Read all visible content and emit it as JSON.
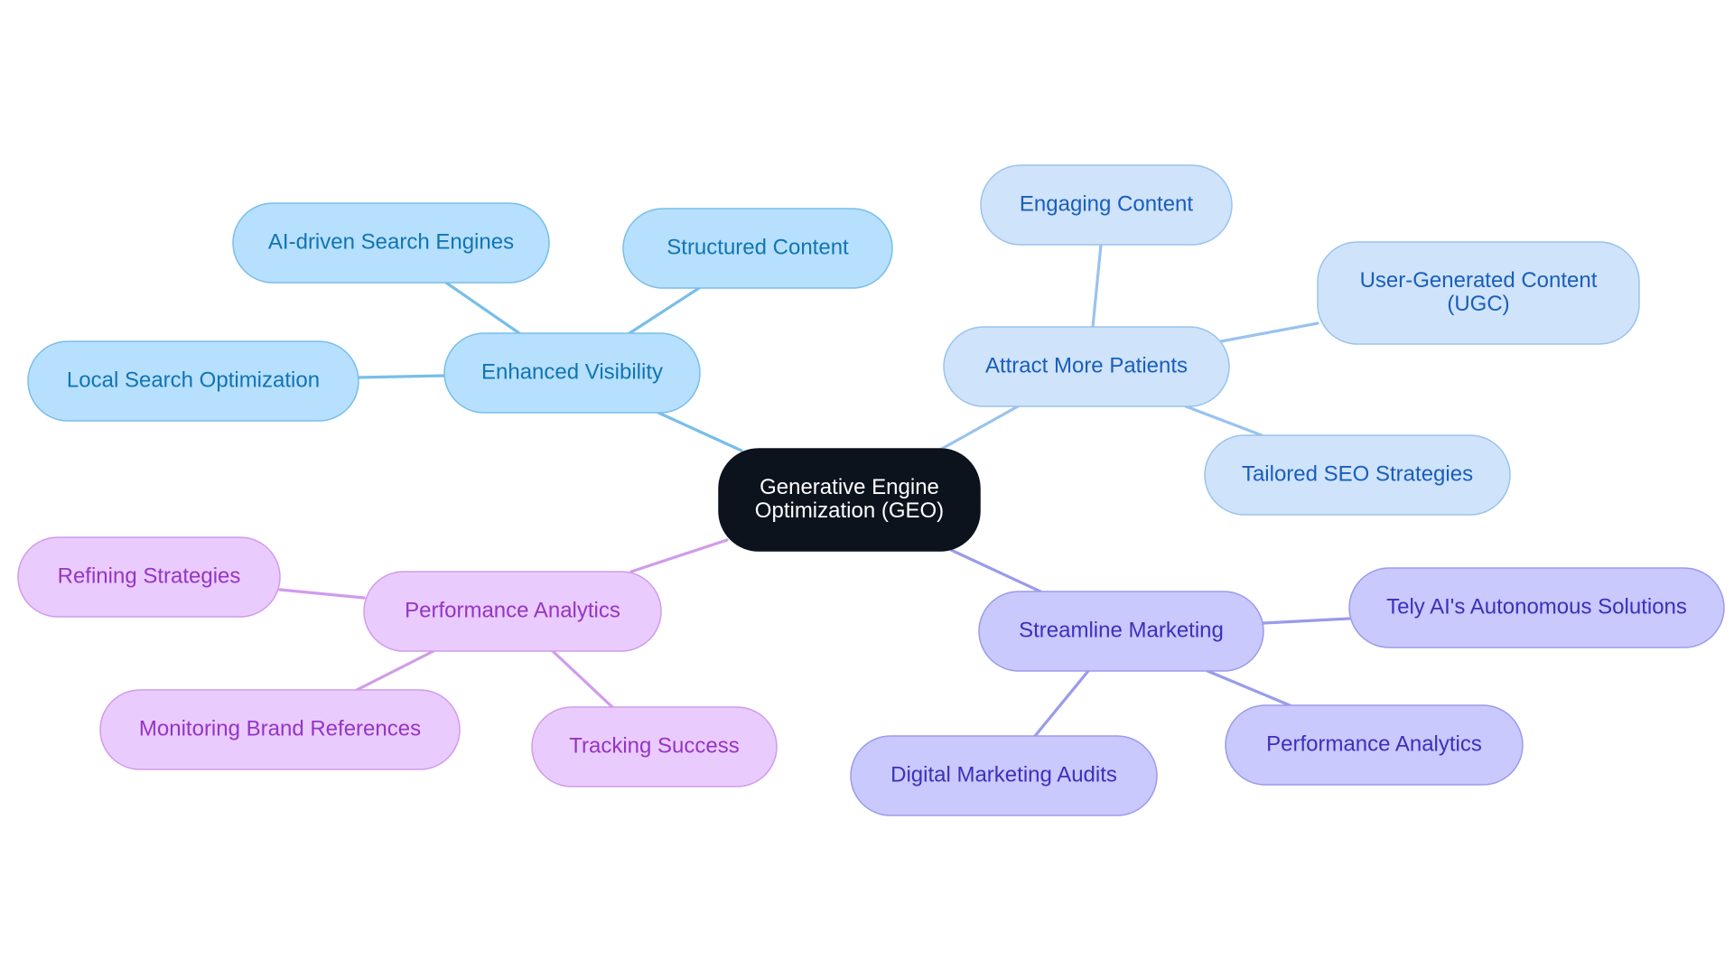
{
  "mindmap": {
    "colors": {
      "root_fill": "#0D131D",
      "root_stroke": "#0D131D",
      "root_text": "#FFFFFF",
      "blue_fill": "#B6E0FE",
      "blue_stroke": "#78BEEA",
      "blue_text": "#1274B1",
      "lightblue_fill": "#CFE3FA",
      "lightblue_stroke": "#99C3EE",
      "lightblue_text": "#1A5EBB",
      "purple_fill": "#C9C9FD",
      "purple_stroke": "#9A9BEB",
      "purple_text": "#3A31BA",
      "violet_fill": "#EACBFD",
      "violet_stroke": "#D19BEC",
      "violet_text": "#9435C4"
    },
    "root": {
      "lines": [
        "Generative Engine",
        "Optimization (GEO)"
      ]
    },
    "branches": [
      {
        "name": "enhanced-visibility",
        "palette": "blue",
        "label": "Enhanced Visibility",
        "children": [
          "AI-driven Search Engines",
          "Structured Content",
          "Local Search Optimization"
        ]
      },
      {
        "name": "attract-more-patients",
        "palette": "lightblue",
        "label": "Attract More Patients",
        "children": [
          "Engaging Content",
          "User-Generated Content (UGC)",
          "Tailored SEO Strategies"
        ]
      },
      {
        "name": "performance-analytics",
        "palette": "violet",
        "label": "Performance Analytics",
        "children": [
          "Refining Strategies",
          "Monitoring Brand References",
          "Tracking Success"
        ]
      },
      {
        "name": "streamline-marketing",
        "palette": "purple",
        "label": "Streamline Marketing",
        "children": [
          "Tely AI's Autonomous Solutions",
          "Performance Analytics",
          "Digital Marketing Audits"
        ]
      }
    ]
  }
}
